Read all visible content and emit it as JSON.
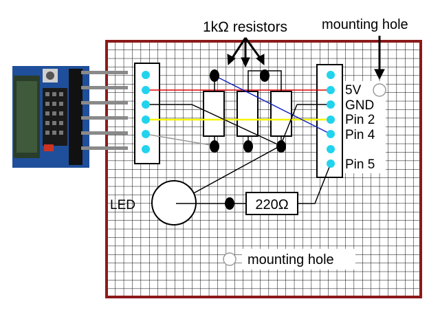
{
  "labels": {
    "resistors": "1kΩ resistors",
    "mounting_hole_top": "mounting hole",
    "mounting_hole_bottom": "mounting hole",
    "led": "LED",
    "resistor_220": "220Ω"
  },
  "pins": [
    "5V",
    "GND",
    "Pin 2",
    "Pin 4",
    "Pin 5"
  ],
  "colors": {
    "board_border": "#8b1a1a",
    "grid": "#000000",
    "pad": "#22d3ee",
    "wire_red": "#dd0000",
    "wire_blue": "#1020c0",
    "wire_yellow": "#f5f500",
    "wire_gray": "#999999",
    "wire_black": "#000000",
    "module_pcb": "#1f4f9a",
    "header_pins": "#8a8a8a"
  }
}
